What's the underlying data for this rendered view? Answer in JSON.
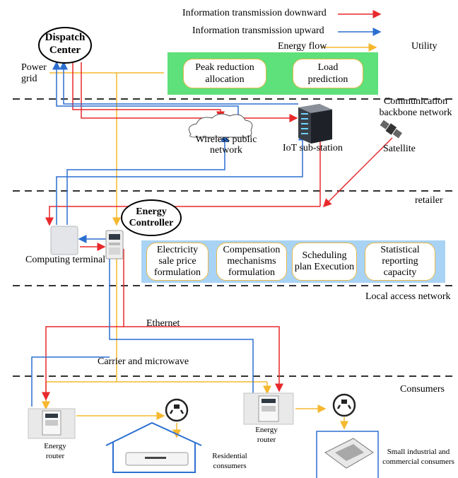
{
  "legend": {
    "downward": "Information transmission downward",
    "upward": "Information transmission upward",
    "energy": "Energy flow"
  },
  "colors": {
    "downward": "#e8282b",
    "upward": "#2c6fd1",
    "energy": "#f5b82e",
    "utility_panel": "#5ee07a",
    "retailer_panel": "#a9d3f5"
  },
  "layers": {
    "utility": "Utility",
    "backbone": "Communication\nbackbone network",
    "retailer": "retailer",
    "local": "Local access network",
    "consumers": "Consumers"
  },
  "nodes": {
    "dispatch_center": "Dispatch\nCenter",
    "power_grid": "Power\ngrid",
    "wireless": "Wireless public\nnetwork",
    "iot": "IoT sub-station",
    "satellite": "Satellite",
    "energy_controller": "Energy\nController",
    "computing_terminal": "Computing terminal",
    "ethernet": "Ethernet",
    "carrier": "Carrier and microwave",
    "router_left": "Energy\nrouter",
    "router_right": "Energy\nrouter",
    "residential": "Residential\nconsumers",
    "industrial": "Small industrial and\ncommercial consumers"
  },
  "utility_functions": [
    "Peak reduction\nallocation",
    "Load\nprediction"
  ],
  "retailer_functions": [
    "Electricity\nsale price\nformulation",
    "Compensation\nmechanisms\nformulation",
    "Scheduling\nplan Execution",
    "Statistical\nreporting\ncapacity"
  ],
  "icons": [
    "cloud-icon",
    "server-icon",
    "satellite-icon",
    "meter-icon",
    "socket-icon",
    "air-conditioner-icon",
    "house-icon",
    "terminal-icon"
  ]
}
